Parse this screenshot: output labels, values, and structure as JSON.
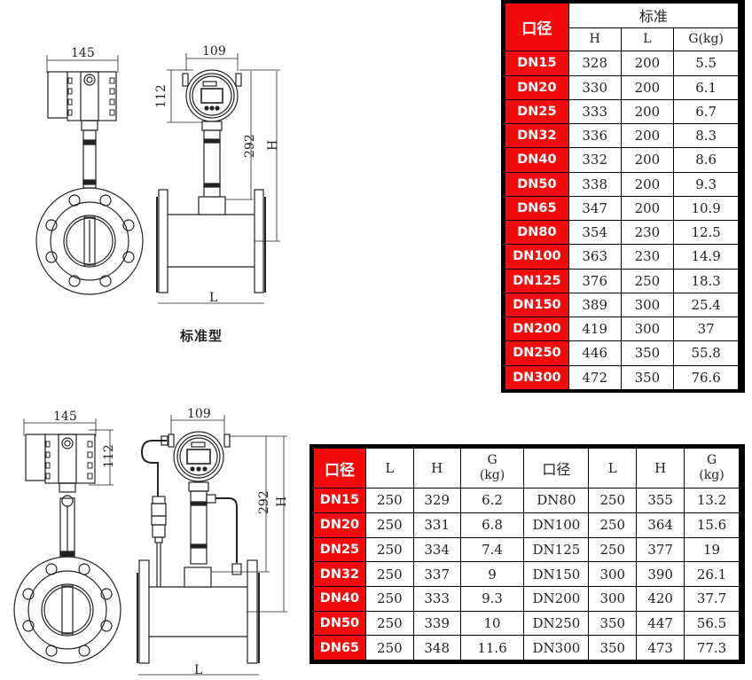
{
  "drawing_standard": {
    "caption": "标准型",
    "dims": {
      "width_side": "145",
      "width_front": "109",
      "head_height": "112",
      "body_height": "292",
      "total_height": "H",
      "length": "L"
    }
  },
  "drawing_compensated": {
    "dims": {
      "width_side": "145",
      "width_front": "109",
      "head_height": "112",
      "body_height": "292",
      "total_height": "H",
      "length": "L"
    }
  },
  "table_standard": {
    "header_size": "口径",
    "group_title": "标准",
    "columns": [
      "H",
      "L",
      "G(kg)"
    ],
    "rows": [
      {
        "size": "DN15",
        "H": "328",
        "L": "200",
        "G": "5.5"
      },
      {
        "size": "DN20",
        "H": "330",
        "L": "200",
        "G": "6.1"
      },
      {
        "size": "DN25",
        "H": "333",
        "L": "200",
        "G": "6.7"
      },
      {
        "size": "DN32",
        "H": "336",
        "L": "200",
        "G": "8.3"
      },
      {
        "size": "DN40",
        "H": "332",
        "L": "200",
        "G": "8.6"
      },
      {
        "size": "DN50",
        "H": "338",
        "L": "200",
        "G": "9.3"
      },
      {
        "size": "DN65",
        "H": "347",
        "L": "200",
        "G": "10.9"
      },
      {
        "size": "DN80",
        "H": "354",
        "L": "230",
        "G": "12.5"
      },
      {
        "size": "DN100",
        "H": "363",
        "L": "230",
        "G": "14.9"
      },
      {
        "size": "DN125",
        "H": "376",
        "L": "250",
        "G": "18.3"
      },
      {
        "size": "DN150",
        "H": "389",
        "L": "300",
        "G": "25.4"
      },
      {
        "size": "DN200",
        "H": "419",
        "L": "300",
        "G": "37"
      },
      {
        "size": "DN250",
        "H": "446",
        "L": "350",
        "G": "55.8"
      },
      {
        "size": "DN300",
        "H": "472",
        "L": "350",
        "G": "76.6"
      }
    ]
  },
  "table_compensated": {
    "headers_left": {
      "size": "口径",
      "L": "L",
      "H": "H",
      "G_line1": "G",
      "G_line2": "(kg)"
    },
    "headers_right": {
      "size": "口径",
      "L": "L",
      "H": "H",
      "G_line1": "G",
      "G_line2": "(kg)"
    },
    "rows": [
      {
        "left": {
          "size": "DN15",
          "L": "250",
          "H": "329",
          "G": "6.2"
        },
        "right": {
          "size": "DN80",
          "L": "250",
          "H": "355",
          "G": "13.2"
        }
      },
      {
        "left": {
          "size": "DN20",
          "L": "250",
          "H": "331",
          "G": "6.8"
        },
        "right": {
          "size": "DN100",
          "L": "250",
          "H": "364",
          "G": "15.6"
        }
      },
      {
        "left": {
          "size": "DN25",
          "L": "250",
          "H": "334",
          "G": "7.4"
        },
        "right": {
          "size": "DN125",
          "L": "250",
          "H": "377",
          "G": "19"
        }
      },
      {
        "left": {
          "size": "DN32",
          "L": "250",
          "H": "337",
          "G": "9"
        },
        "right": {
          "size": "DN150",
          "L": "300",
          "H": "390",
          "G": "26.1"
        }
      },
      {
        "left": {
          "size": "DN40",
          "L": "250",
          "H": "333",
          "G": "9.3"
        },
        "right": {
          "size": "DN200",
          "L": "300",
          "H": "420",
          "G": "37.7"
        }
      },
      {
        "left": {
          "size": "DN50",
          "L": "250",
          "H": "339",
          "G": "10"
        },
        "right": {
          "size": "DN250",
          "L": "350",
          "H": "447",
          "G": "56.5"
        }
      },
      {
        "left": {
          "size": "DN65",
          "L": "250",
          "H": "348",
          "G": "11.6"
        },
        "right": {
          "size": "DN300",
          "L": "350",
          "H": "473",
          "G": "77.3"
        }
      }
    ]
  },
  "colors": {
    "header_red": "#f20c0c",
    "border": "#000000"
  }
}
